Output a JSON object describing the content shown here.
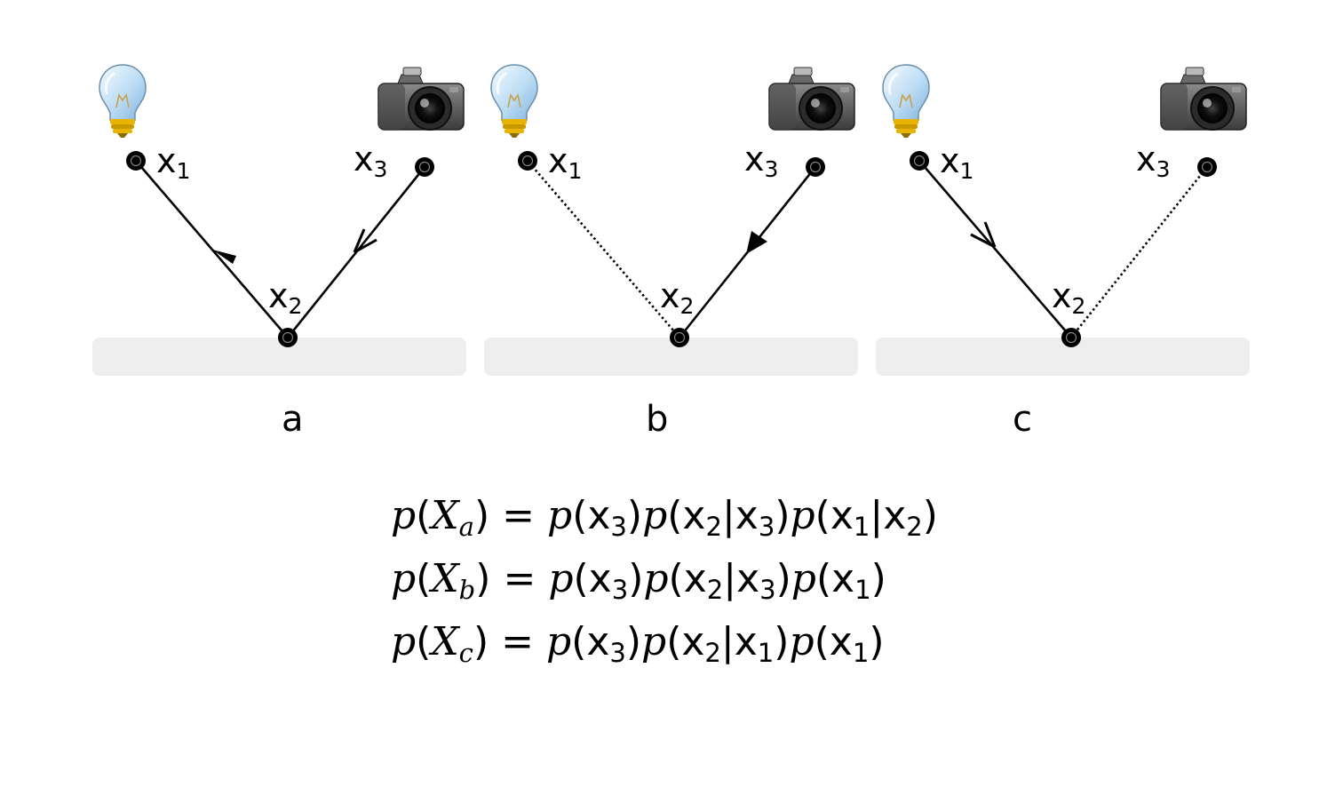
{
  "panels": [
    {
      "caption": "a",
      "labels": {
        "x1": "x",
        "x1_sub": "1",
        "x2": "x",
        "x2_sub": "2",
        "x3": "x",
        "x3_sub": "3"
      },
      "edges": {
        "light_to_x2": "solid",
        "x2_to_camera": "solid"
      },
      "arrows": [
        "toward x1 (filled)",
        "toward x2 (open)"
      ]
    },
    {
      "caption": "b",
      "labels": {
        "x1": "x",
        "x1_sub": "1",
        "x2": "x",
        "x2_sub": "2",
        "x3": "x",
        "x3_sub": "3"
      },
      "edges": {
        "light_to_x2": "dotted",
        "x2_to_camera": "solid"
      },
      "arrows": [
        "toward x2 (filled)"
      ]
    },
    {
      "caption": "c",
      "labels": {
        "x1": "x",
        "x1_sub": "1",
        "x2": "x",
        "x2_sub": "2",
        "x3": "x",
        "x3_sub": "3"
      },
      "edges": {
        "light_to_x2": "solid",
        "x2_to_camera": "dotted"
      },
      "arrows": [
        "toward x2 (open)"
      ]
    }
  ],
  "icons": {
    "light": "lightbulb-icon",
    "sensor": "camera-icon"
  },
  "colors": {
    "surface": "#eeeeee",
    "line": "#000000",
    "bulb_glass": "#bcdcf4",
    "bulb_base": "#e8b400",
    "camera_body": "#555555"
  },
  "equations": [
    {
      "lhs_p": "p",
      "lhs_X": "X",
      "lhs_sub": "a",
      "eq": "=",
      "rhs": [
        {
          "f": "p",
          "arg": "x",
          "arg_sub": "3"
        },
        {
          "f": "p",
          "arg": "x",
          "arg_sub": "2",
          "cond": "x",
          "cond_sub": "3"
        },
        {
          "f": "p",
          "arg": "x",
          "arg_sub": "1",
          "cond": "x",
          "cond_sub": "2"
        }
      ]
    },
    {
      "lhs_p": "p",
      "lhs_X": "X",
      "lhs_sub": "b",
      "eq": "=",
      "rhs": [
        {
          "f": "p",
          "arg": "x",
          "arg_sub": "3"
        },
        {
          "f": "p",
          "arg": "x",
          "arg_sub": "2",
          "cond": "x",
          "cond_sub": "3"
        },
        {
          "f": "p",
          "arg": "x",
          "arg_sub": "1"
        }
      ]
    },
    {
      "lhs_p": "p",
      "lhs_X": "X",
      "lhs_sub": "c",
      "eq": "=",
      "rhs": [
        {
          "f": "p",
          "arg": "x",
          "arg_sub": "3"
        },
        {
          "f": "p",
          "arg": "x",
          "arg_sub": "2",
          "cond": "x",
          "cond_sub": "1"
        },
        {
          "f": "p",
          "arg": "x",
          "arg_sub": "1"
        }
      ]
    }
  ]
}
